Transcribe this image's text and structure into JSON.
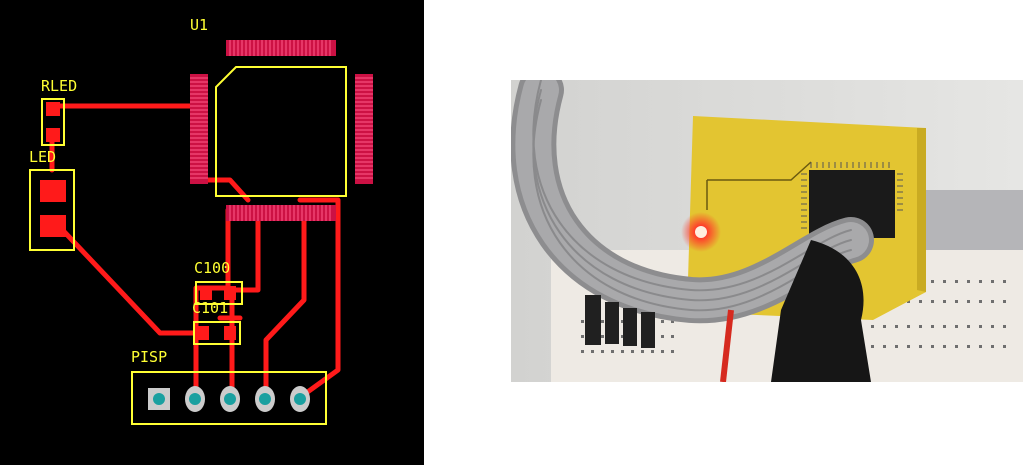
{
  "pcb": {
    "labels": {
      "u1": "U1",
      "rled": "RLED",
      "led": "LED",
      "c100": "C100",
      "c101": "C101",
      "pisp": "PISP"
    },
    "colors": {
      "background": "#000000",
      "copper": "#ff1a1a",
      "pad": "#cc1144",
      "silkscreen": "#ffff33",
      "through_hole": "#1aa0a0"
    }
  },
  "photo": {
    "colors": {
      "board": "#e3c531",
      "led_glow": "#ff3b2a",
      "ribbon_cable": "#9a9a9c",
      "breadboard": "#eeeae4"
    }
  }
}
